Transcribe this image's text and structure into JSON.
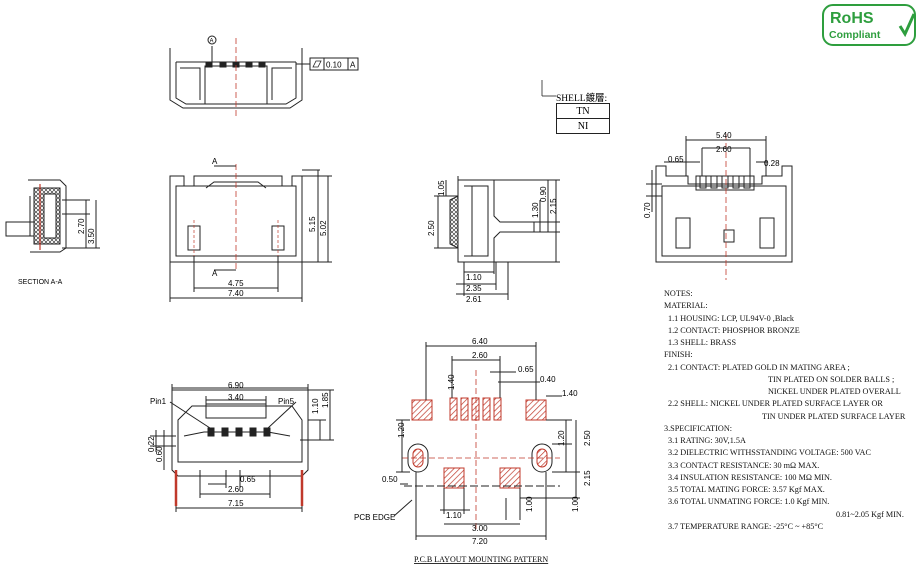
{
  "logo": {
    "line1": "RoHS",
    "line2": "Compliant"
  },
  "shell_table": {
    "title": "SHELL鍍層:",
    "rows": [
      "TN",
      "NI"
    ]
  },
  "labels": {
    "section": "SECTION A-A",
    "pcb_edge": "PCB EDGE",
    "pcb_title": "P.C.B LAYOUT MOUNTING PATTERN",
    "pin1": "Pin1",
    "pin5": "Pin5",
    "datum_a": "A",
    "tolerance": "0.10",
    "tolerance_ref": "A"
  },
  "dimensions": {
    "top_view": [
      "5.40",
      "2.60",
      "0.65",
      "0.28",
      "0.70"
    ],
    "front_view": [
      "5.15",
      "5.02",
      "4.75",
      "7.40"
    ],
    "side_view": [
      "1.05",
      "2.50",
      "0.90",
      "1.30",
      "2.15",
      "1.10",
      "2.35",
      "2.61"
    ],
    "section": [
      "2.70",
      "3.50"
    ],
    "bottom_view": [
      "6.90",
      "3.40",
      "1.10",
      "1.85",
      "0.22",
      "0.60",
      "0.65",
      "2.60",
      "7.15"
    ],
    "pcb": [
      "6.40",
      "2.60",
      "0.65",
      "0.40",
      "1.40",
      "1.40",
      "1.20",
      "1.20",
      "2.50",
      "0.50",
      "2.15",
      "1.00",
      "1.00",
      "1.10",
      "3.00",
      "7.20"
    ]
  },
  "notes": {
    "title": "NOTES:",
    "material": "MATERIAL:",
    "housing": "1.1 HOUSING: LCP, UL94V-0 ,Black",
    "contact": "1.2 CONTACT: PHOSPHOR BRONZE",
    "shell": "1.3 SHELL: BRASS",
    "finish": "FINISH:",
    "finish_contact": "2.1 CONTACT: PLATED GOLD IN MATING AREA ;",
    "finish_contact_2": "TIN PLATED ON SOLDER BALLS ;",
    "finish_contact_3": "NICKEL UNDER PLATED OVERALL",
    "finish_shell": "2.2 SHELL: NICKEL UNDER PLATED SURFACE LAYER OR",
    "finish_shell_2": "TIN UNDER PLATED SURFACE LAYER",
    "spec": "3.SPECIFICATION:",
    "rating": "3.1 RATING: 30V,1.5A",
    "dielectric": "3.2 DIELECTRIC WITHSSTANDING VOLTAGE: 500 VAC",
    "contact_res": "3.3 CONTACT RESISTANCE: 30 mΩ MAX.",
    "insulation": "3.4 INSULATION RESISTANCE: 100 MΩ  MIN.",
    "mating": "3.5 TOTAL MATING FORCE: 3.57 Kgf MAX.",
    "unmating": "3.6 TOTAL UNMATING FORCE: 1.0 Kgf MIN.",
    "unmating_2": "0.81~2.05 Kgf MIN.",
    "temperature": "3.7 TEMPERATURE RANGE: -25°C ~ +85°C"
  }
}
